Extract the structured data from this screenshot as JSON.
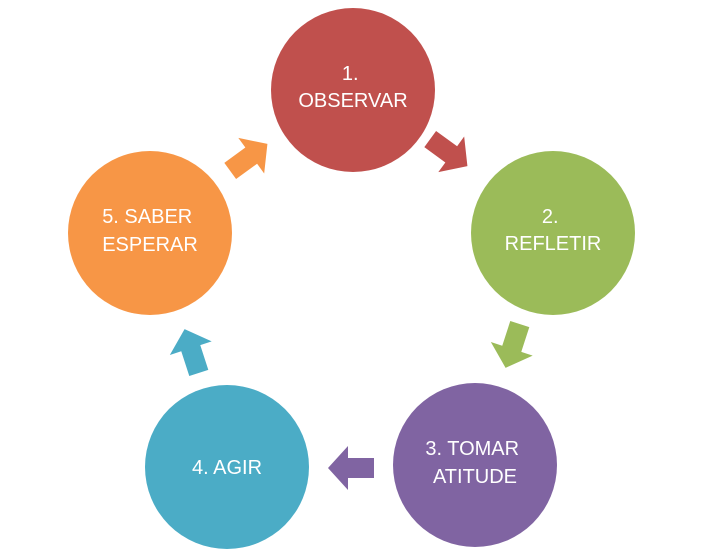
{
  "steps": [
    {
      "lines": [
        "1.",
        "OBSERVAR"
      ],
      "color": "#c0504d"
    },
    {
      "lines": [
        "2.",
        "REFLETIR"
      ],
      "color": "#9bbb59"
    },
    {
      "lines": [
        "3. TOMAR",
        "ATITUDE"
      ],
      "color": "#8064a2"
    },
    {
      "lines": [
        "4. AGIR"
      ],
      "color": "#4bacc6"
    },
    {
      "lines": [
        "5. SABER",
        "ESPERAR"
      ],
      "color": "#f79646"
    }
  ],
  "arrow_icon": "right-arrow-icon"
}
